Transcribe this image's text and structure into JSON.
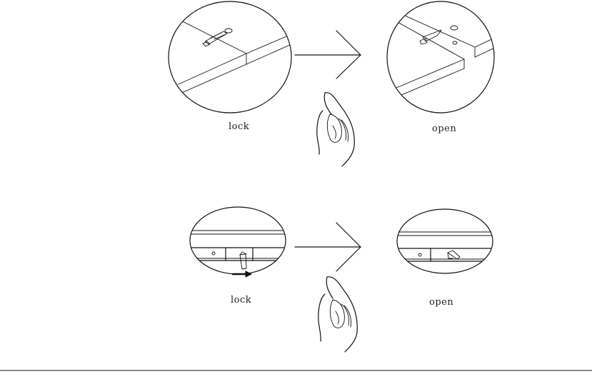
{
  "labels": {
    "top_left": "lock",
    "top_right": "open",
    "bottom_left": "lock",
    "bottom_right": "open"
  },
  "colors": {
    "ink": "#111111",
    "background": "#ffffff"
  },
  "icons": {
    "hand": "hand-pointing-icon",
    "arrow": "arrow-right-icon"
  }
}
